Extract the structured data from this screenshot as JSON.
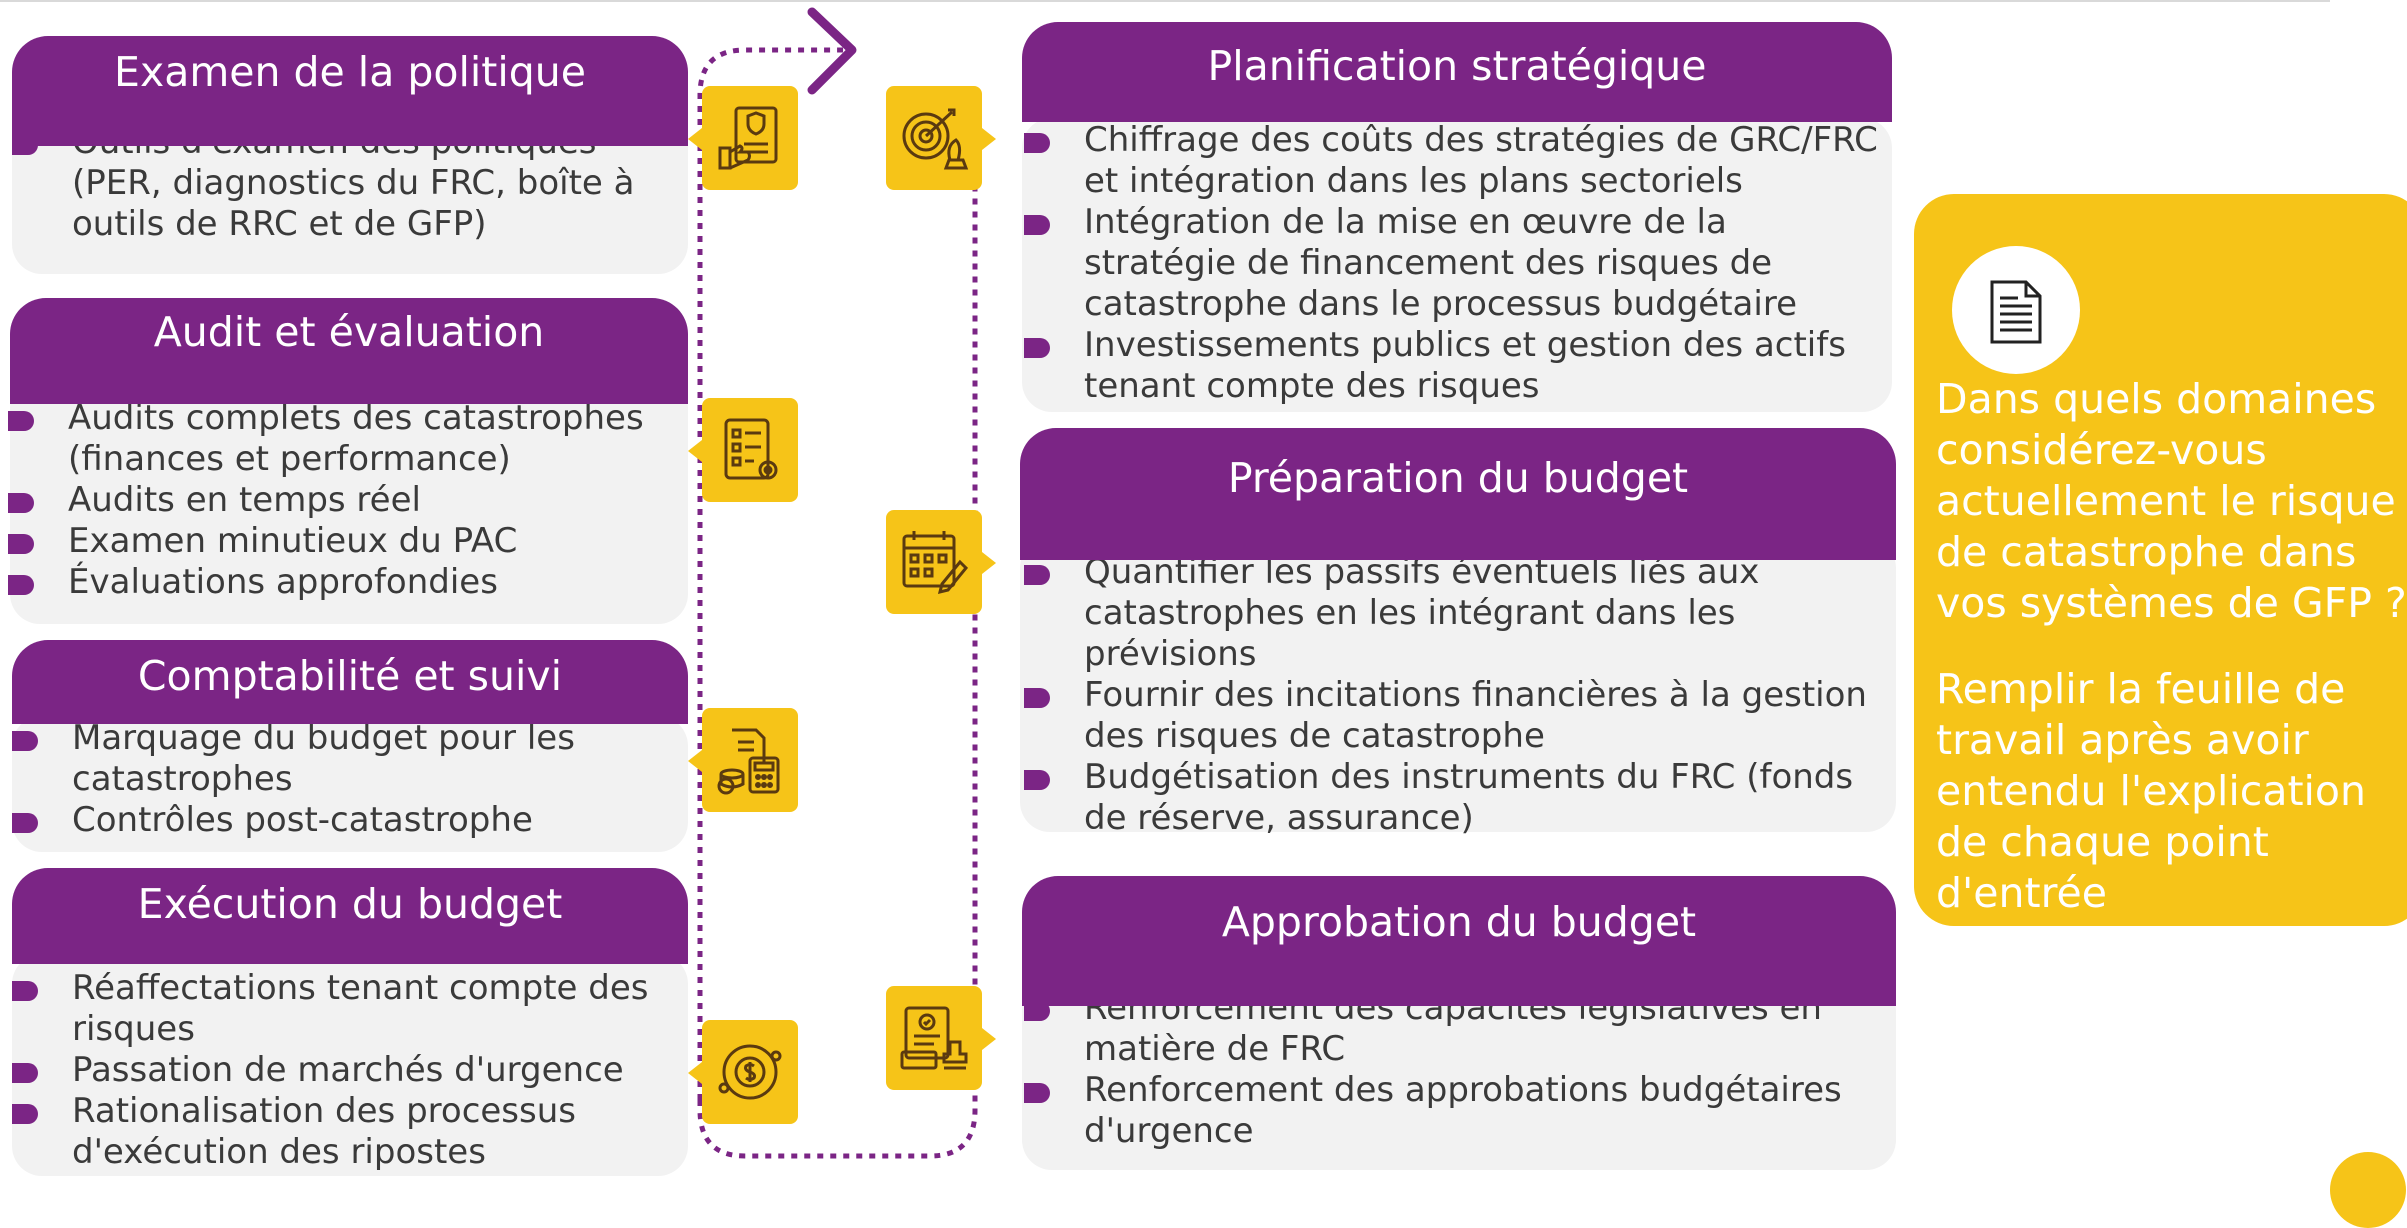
{
  "cards": {
    "examen": {
      "title": "Examen de la politique",
      "items": [
        "Outils d'examen des politiques (PER, diagnostics du FRC, boîte à outils de RRC et de GFP)"
      ]
    },
    "audit": {
      "title": "Audit et évaluation",
      "items": [
        "Audits complets des catastrophes (finances et performance)",
        "Audits en temps réel",
        "Examen minutieux du PAC",
        "Évaluations approfondies"
      ]
    },
    "comptabilite": {
      "title": "Comptabilité et suivi",
      "items": [
        "Marquage du budget pour les catastrophes",
        "Contrôles post-catastrophe"
      ]
    },
    "execution": {
      "title": "Exécution du budget",
      "items": [
        "Réaffectations tenant compte des risques",
        "Passation de marchés d'urgence",
        "Rationalisation des processus d'exécution des ripostes"
      ]
    },
    "planification": {
      "title": "Planification stratégique",
      "items": [
        "Chiffrage des coûts des stratégies de GRC/FRC et intégration dans les plans sectoriels",
        "Intégration de la mise en œuvre de la stratégie de financement des risques de catastrophe dans le processus budgétaire",
        "Investissements publics et gestion des actifs tenant compte des risques"
      ]
    },
    "preparation": {
      "title": "Préparation du budget",
      "items": [
        "Quantifier les passifs éventuels liés aux catastrophes en les intégrant dans les prévisions",
        "Fournir des incitations financières à la gestion des risques de catastrophe",
        "Budgétisation des instruments du FRC (fonds de réserve, assurance)"
      ]
    },
    "approbation": {
      "title": "Approbation du budget",
      "items": [
        "Renforcement des capacités législatives en matière de FRC",
        "Renforcement des approbations budgétaires d'urgence"
      ]
    }
  },
  "sidepanel": {
    "question": "Dans quels domaines considérez-vous actuellement le risque de catastrophe dans vos systèmes de GFP ?",
    "instruction": "Remplir la feuille de travail après avoir entendu l'explication de chaque point d'entrée",
    "icon": "document-icon"
  },
  "icons": [
    "policy-shield-icon",
    "checklist-gear-icon",
    "calculator-coins-icon",
    "dollar-cycle-icon",
    "target-chess-icon",
    "calendar-pen-icon",
    "approval-stamp-icon"
  ],
  "colors": {
    "purple": "#7b2585",
    "yellow": "#f6c418",
    "card_bg": "#f2f2f2",
    "text": "#3a3a3a"
  }
}
